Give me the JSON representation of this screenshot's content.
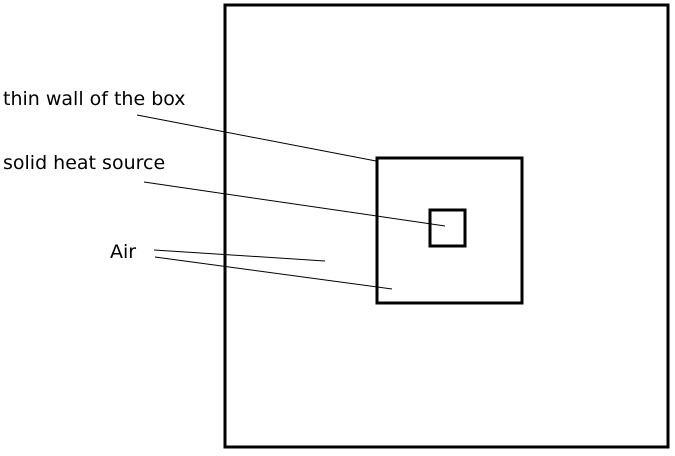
{
  "labels": {
    "wall": "thin wall of the box",
    "source": "solid heat source",
    "air": "Air"
  },
  "colors": {
    "stroke": "#000000",
    "background": "#ffffff"
  }
}
